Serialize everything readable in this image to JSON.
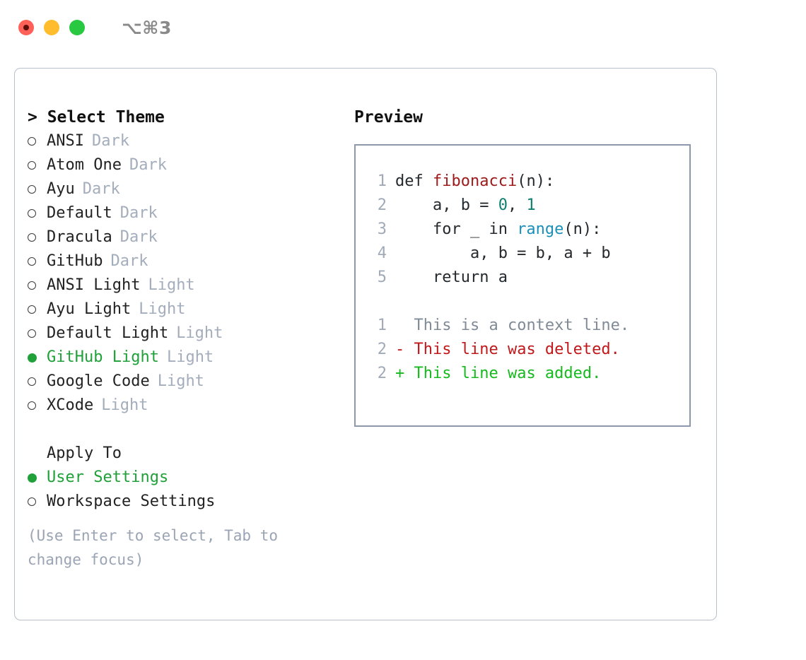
{
  "window": {
    "shortcut": "⌥⌘3",
    "traffic_lights": [
      {
        "name": "close",
        "color": "#ff6159"
      },
      {
        "name": "minimize",
        "color": "#ffbd2e"
      },
      {
        "name": "maximize",
        "color": "#28c840"
      }
    ]
  },
  "colors": {
    "selected_green": "#1fa038",
    "muted_tag": "#a3adbb",
    "hint": "#9aa4b4",
    "panel_border": "#8d99ab",
    "frame_border": "#b8c0cc",
    "lineno": "#a0aab8",
    "diff_add": "#16ba1e",
    "diff_del": "#c0181b",
    "diff_ctx": "#808b97"
  },
  "theme_picker": {
    "prompt": ">",
    "title": "> Select Theme",
    "options": [
      {
        "label": "ANSI",
        "tag": "Dark",
        "selected": false
      },
      {
        "label": "Atom One",
        "tag": "Dark",
        "selected": false
      },
      {
        "label": "Ayu",
        "tag": "Dark",
        "selected": false
      },
      {
        "label": "Default",
        "tag": "Dark",
        "selected": false
      },
      {
        "label": "Dracula",
        "tag": "Dark",
        "selected": false
      },
      {
        "label": "GitHub",
        "tag": "Dark",
        "selected": false
      },
      {
        "label": "ANSI Light",
        "tag": "Light",
        "selected": false
      },
      {
        "label": "Ayu Light",
        "tag": "Light",
        "selected": false
      },
      {
        "label": "Default Light",
        "tag": "Light",
        "selected": false
      },
      {
        "label": "GitHub Light",
        "tag": "Light",
        "selected": true
      },
      {
        "label": "Google Code",
        "tag": "Light",
        "selected": false
      },
      {
        "label": "XCode",
        "tag": "Light",
        "selected": false
      }
    ]
  },
  "apply_to": {
    "title": "Apply To",
    "options": [
      {
        "label": "User Settings",
        "selected": true
      },
      {
        "label": "Workspace Settings",
        "selected": false
      }
    ]
  },
  "hint": "(Use Enter to select, Tab to change focus)",
  "preview": {
    "title": "Preview",
    "code_lines": [
      {
        "no": "1",
        "segments": [
          {
            "text": "def ",
            "kind": "plain"
          },
          {
            "text": "fibonacci",
            "kind": "fn"
          },
          {
            "text": "(n):",
            "kind": "plain"
          }
        ]
      },
      {
        "no": "2",
        "segments": [
          {
            "text": "    a, b = ",
            "kind": "plain"
          },
          {
            "text": "0",
            "kind": "num"
          },
          {
            "text": ", ",
            "kind": "plain"
          },
          {
            "text": "1",
            "kind": "num"
          }
        ]
      },
      {
        "no": "3",
        "segments": [
          {
            "text": "    for _ in ",
            "kind": "plain"
          },
          {
            "text": "range",
            "kind": "call"
          },
          {
            "text": "(n):",
            "kind": "plain"
          }
        ]
      },
      {
        "no": "4",
        "segments": [
          {
            "text": "        a, b = b, a + b",
            "kind": "plain"
          }
        ]
      },
      {
        "no": "5",
        "segments": [
          {
            "text": "    return a",
            "kind": "plain"
          }
        ]
      }
    ],
    "diff_lines": [
      {
        "no": "1",
        "prefix": "  ",
        "text": "This is a context line.",
        "kind": "ctx"
      },
      {
        "no": "2",
        "prefix": "- ",
        "text": "This line was deleted.",
        "kind": "del"
      },
      {
        "no": "2",
        "prefix": "+ ",
        "text": "This line was added.",
        "kind": "add"
      }
    ]
  }
}
